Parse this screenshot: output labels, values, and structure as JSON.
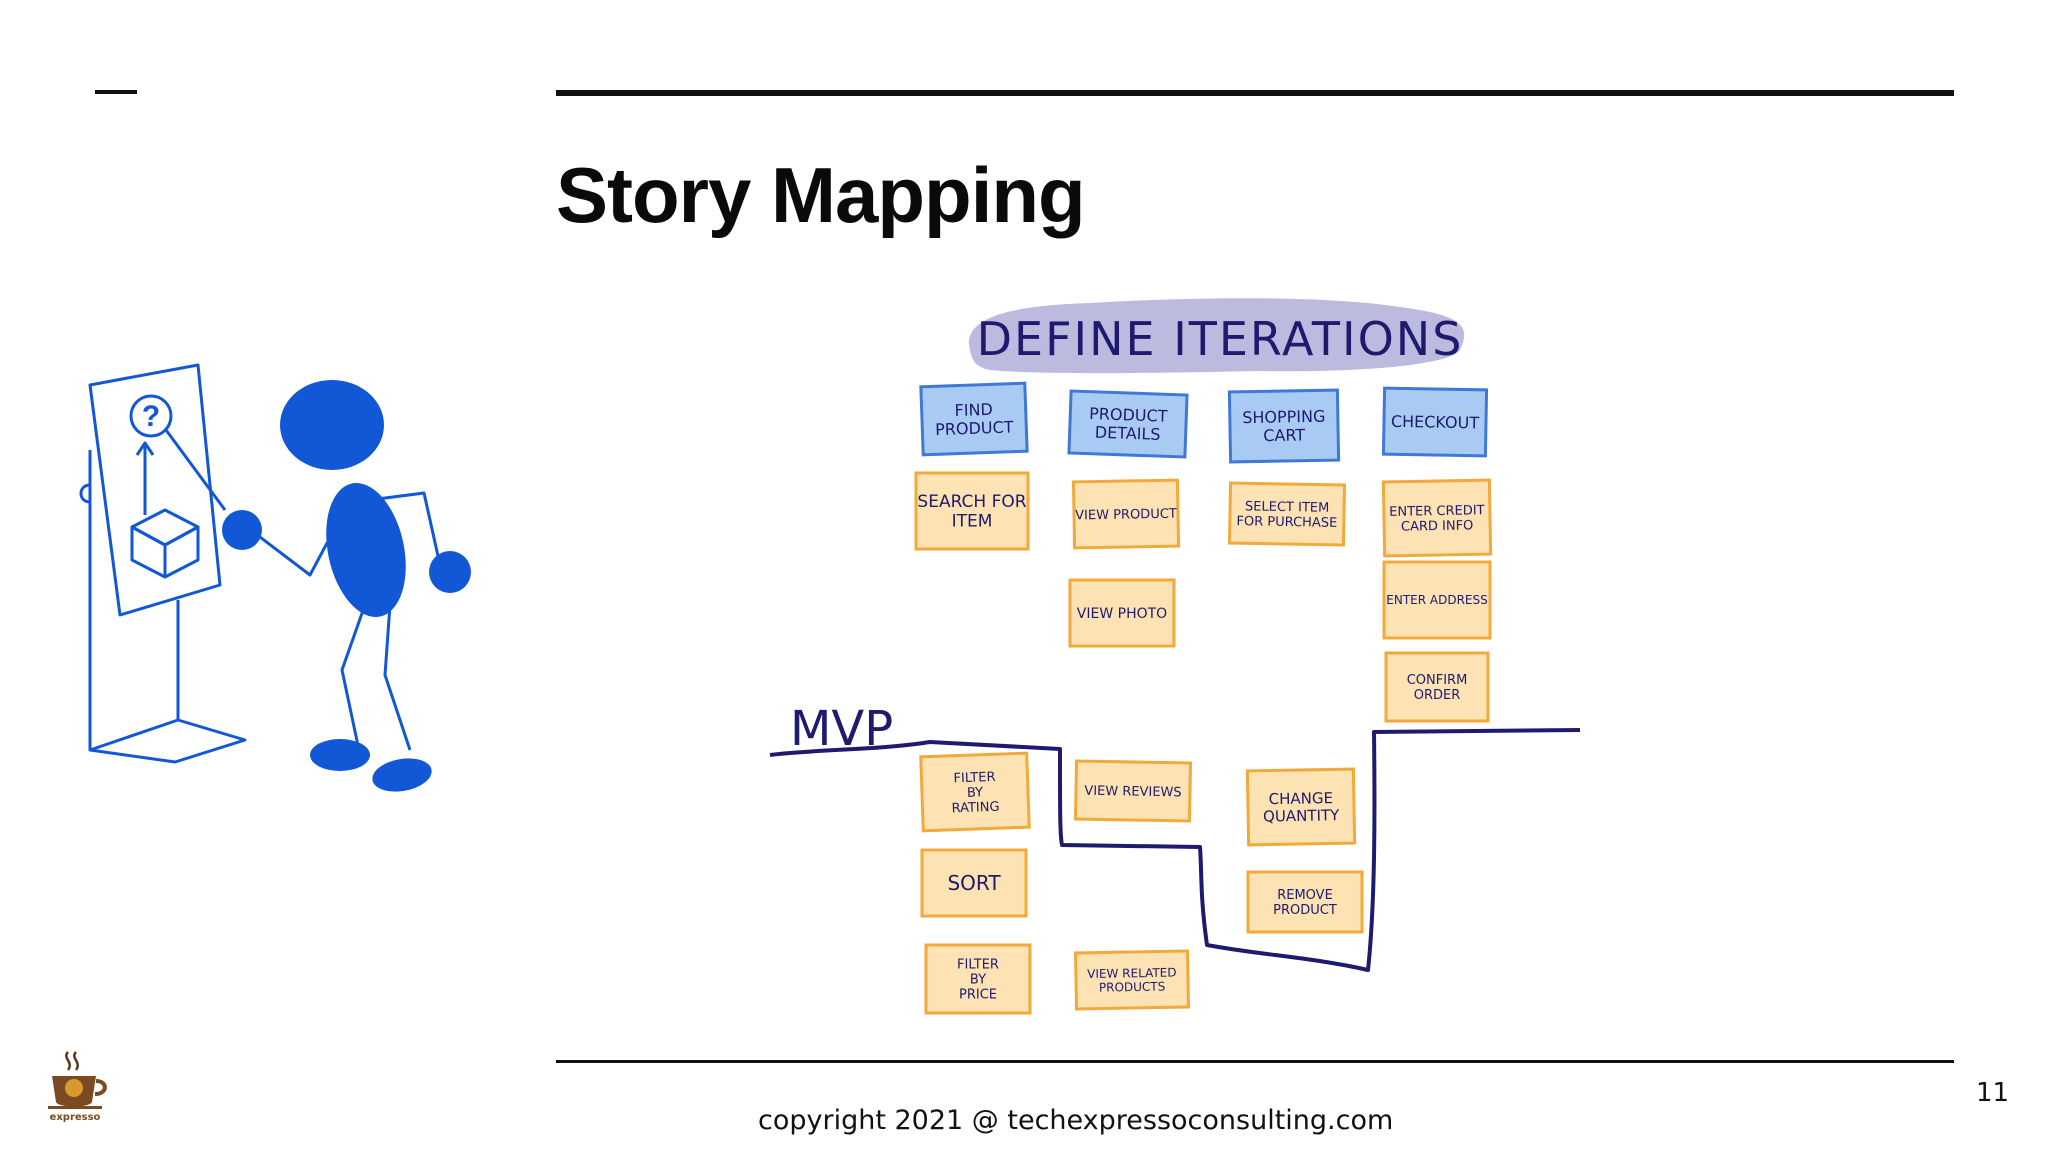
{
  "slide": {
    "title": "Story Mapping",
    "copyright": "copyright 2021 @ techexpressoconsulting.com",
    "page_number": "11",
    "logo_text": "expresso"
  },
  "illustration": {
    "question_mark": "?"
  },
  "story_map": {
    "header": "DEFINE ITERATIONS",
    "mvp_label": "MVP",
    "activities": [
      {
        "label": [
          "FIND",
          "PRODUCT"
        ]
      },
      {
        "label": [
          "PRODUCT",
          "DETAILS"
        ]
      },
      {
        "label": [
          "SHOPPING",
          "CART"
        ]
      },
      {
        "label": [
          "CHECKOUT"
        ]
      }
    ],
    "mvp_stories": [
      {
        "label": [
          "SEARCH FOR",
          "ITEM"
        ]
      },
      {
        "label": [
          "VIEW PRODUCT"
        ]
      },
      {
        "label": [
          "VIEW PHOTO"
        ]
      },
      {
        "label": [
          "SELECT ITEM",
          "FOR PURCHASE"
        ]
      },
      {
        "label": [
          "ENTER CREDIT",
          "CARD INFO"
        ]
      },
      {
        "label": [
          "ENTER ADDRESS"
        ]
      },
      {
        "label": [
          "CONFIRM",
          "ORDER"
        ]
      }
    ],
    "later_stories": [
      {
        "label": [
          "FILTER",
          "BY",
          "RATING"
        ]
      },
      {
        "label": [
          "SORT"
        ]
      },
      {
        "label": [
          "FILTER",
          "BY",
          "PRICE"
        ]
      },
      {
        "label": [
          "VIEW REVIEWS"
        ]
      },
      {
        "label": [
          "VIEW RELATED",
          "PRODUCTS"
        ]
      },
      {
        "label": [
          "CHANGE",
          "QUANTITY"
        ]
      },
      {
        "label": [
          "REMOVE",
          "PRODUCT"
        ]
      }
    ]
  },
  "colors": {
    "activity_fill": "#a9cbf3",
    "activity_stroke": "#3f78d6",
    "story_fill": "#fde2b3",
    "story_stroke": "#f2a93b",
    "ink": "#1e1a6e",
    "header_blob": "#b6b2dd",
    "figure_blue": "#1257d6"
  }
}
